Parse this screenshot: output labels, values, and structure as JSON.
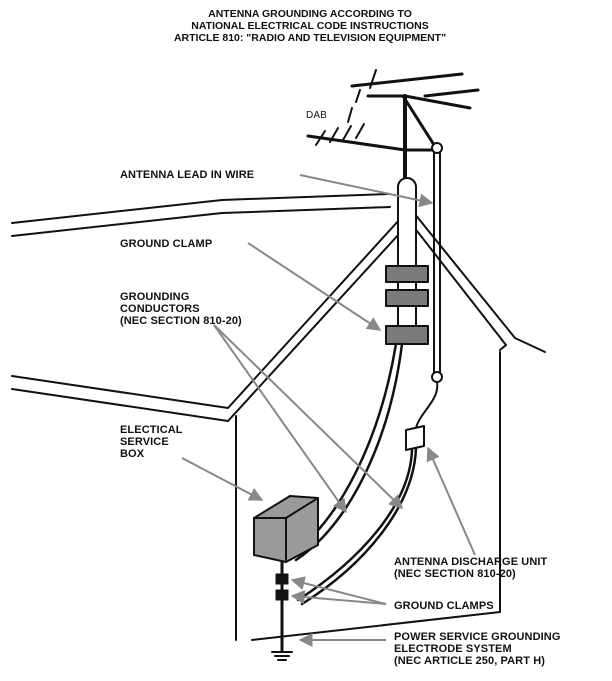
{
  "title": {
    "line1": "ANTENNA GROUNDING ACCORDING TO",
    "line2": "NATIONAL ELECTRICAL CODE INSTRUCTIONS",
    "line3": "ARTICLE 810: \"RADIO AND TELEVISION EQUIPMENT\""
  },
  "labels": {
    "dab": "DAB",
    "antenna_lead_in_wire": "ANTENNA LEAD IN WIRE",
    "ground_clamp": "GROUND CLAMP",
    "grounding_conductors": "GROUNDING\nCONDUCTORS\n(NEC SECTION 810-20)",
    "electrical_service_box": "ELECTICAL\nSERVICE\nBOX",
    "antenna_discharge_unit": "ANTENNA DISCHARGE UNIT\n(NEC SECTION 810-20)",
    "ground_clamps": "GROUND CLAMPS",
    "power_service_grounding": "POWER SERVICE GROUNDING\nELECTRODE SYSTEM\n(NEC ARTICLE 250, PART H)"
  },
  "colors": {
    "line": "#111111",
    "clamp_fill": "#7a7a7a",
    "box_fill": "#9a9a9a",
    "pointer": "#888888"
  }
}
